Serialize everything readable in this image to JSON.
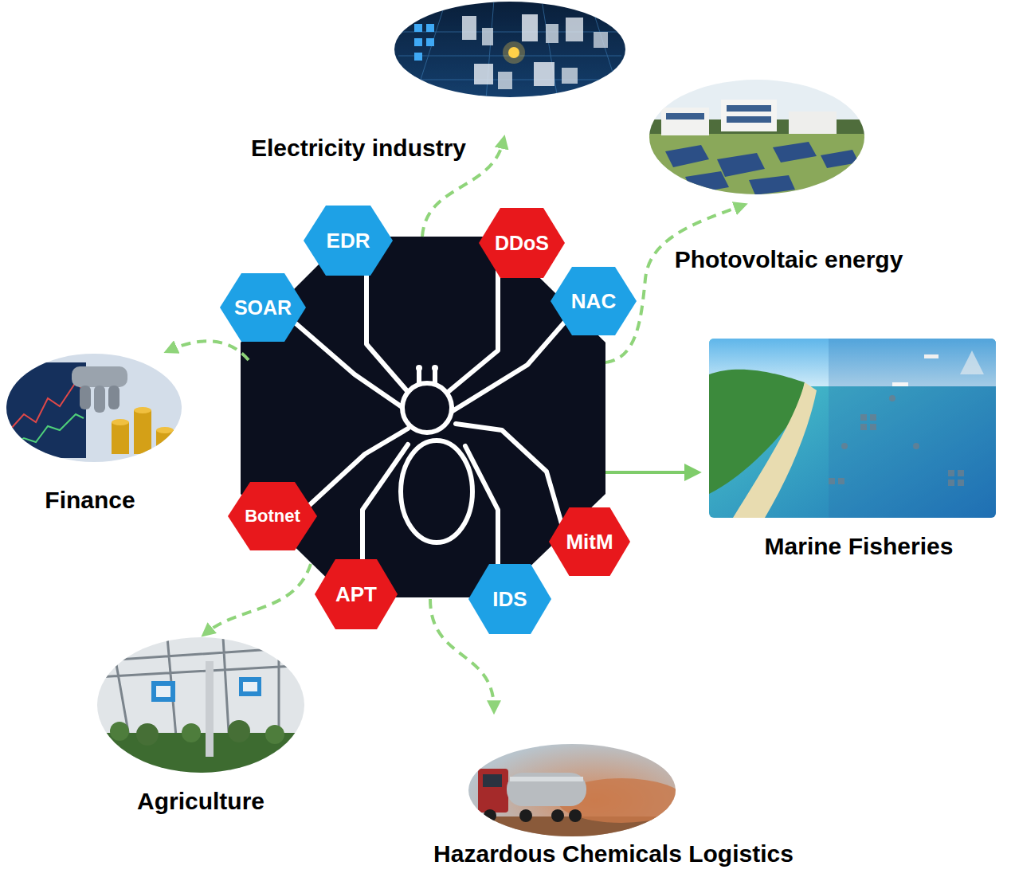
{
  "diagram": {
    "nodes": [
      {
        "text": [
          "Electricity industry"
        ]
      },
      {
        "text": [
          "Photovoltaic energy"
        ]
      },
      {
        "text": [
          "EDR"
        ]
      },
      {
        "text": [
          "DDoS"
        ]
      },
      {
        "text": [
          "SOAR"
        ]
      },
      {
        "text": [
          "NAC"
        ]
      },
      {
        "text": [
          "Finance"
        ]
      },
      {
        "text": [
          "Marine Fisheries"
        ]
      },
      {
        "text": [
          "Botnet"
        ]
      },
      {
        "text": [
          "MitM"
        ]
      },
      {
        "text": [
          "APT"
        ]
      },
      {
        "text": [
          "IDS"
        ]
      },
      {
        "text": [
          "Agriculture"
        ]
      },
      {
        "text": [
          "Hazardous Chemicals Logistics"
        ]
      }
    ]
  }
}
